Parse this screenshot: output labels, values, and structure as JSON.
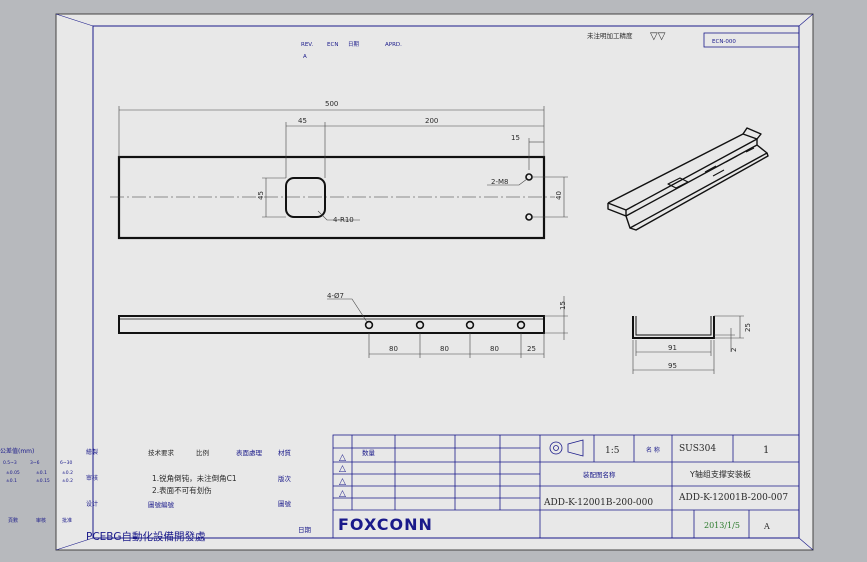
{
  "title_block": {
    "process_note": "未注明加工精度",
    "rev_label": "REV.",
    "ecn_label": "ECN",
    "rev_symbol": "A",
    "ecn_no": "ECN-000",
    "tolerance_title": "公差值(mm)",
    "tolerance_rows": [
      [
        "0.5~3",
        "3~6",
        "6~30"
      ],
      [
        "±0.05",
        "±0.1",
        "±0.2"
      ],
      [
        "±0.1",
        "±0.15",
        "±0.2"
      ]
    ],
    "design_label": "设计",
    "check_label": "审核",
    "approve_label": "批准",
    "material_label": "材質",
    "surface_label": "表面處理",
    "scale_col_label": "比例",
    "rev_col_label": "版次",
    "tech_req_label": "技术要求",
    "note_1": "1.锐角倒钝，未注倒角C1",
    "note_2": "2.表面不可有划伤",
    "company": "PCEBG自動化設備開發處",
    "logo": "FOXCONN",
    "date_label": "日期",
    "qty_label": "数量",
    "scale": "1:5",
    "material_name_label": "名 称",
    "material": "SUS304",
    "sheet": "1",
    "drawing_no_label": "装配图名称",
    "part_name": "Y轴组支撑安装板",
    "assembly_no": "ADD-K-12001B-200-000",
    "drawing_no": "ADD-K-12001B-200-007",
    "date": "2013/1/5",
    "revision": "A"
  },
  "dimensions": {
    "overall_length": "500",
    "hole_offset": "45",
    "hole_to_end": "200",
    "edge_offset": "15",
    "pocket_height": "45",
    "right_pitch": "40",
    "threaded_holes": "2-M8",
    "corner_radius": "4-R10",
    "side_holes": "4-Ø7",
    "side_height": "15",
    "pitch": [
      "80",
      "80",
      "80"
    ],
    "end_offset": "25",
    "section_inner": "91",
    "section_outer": "95",
    "section_height": "25",
    "section_thickness": "2"
  }
}
